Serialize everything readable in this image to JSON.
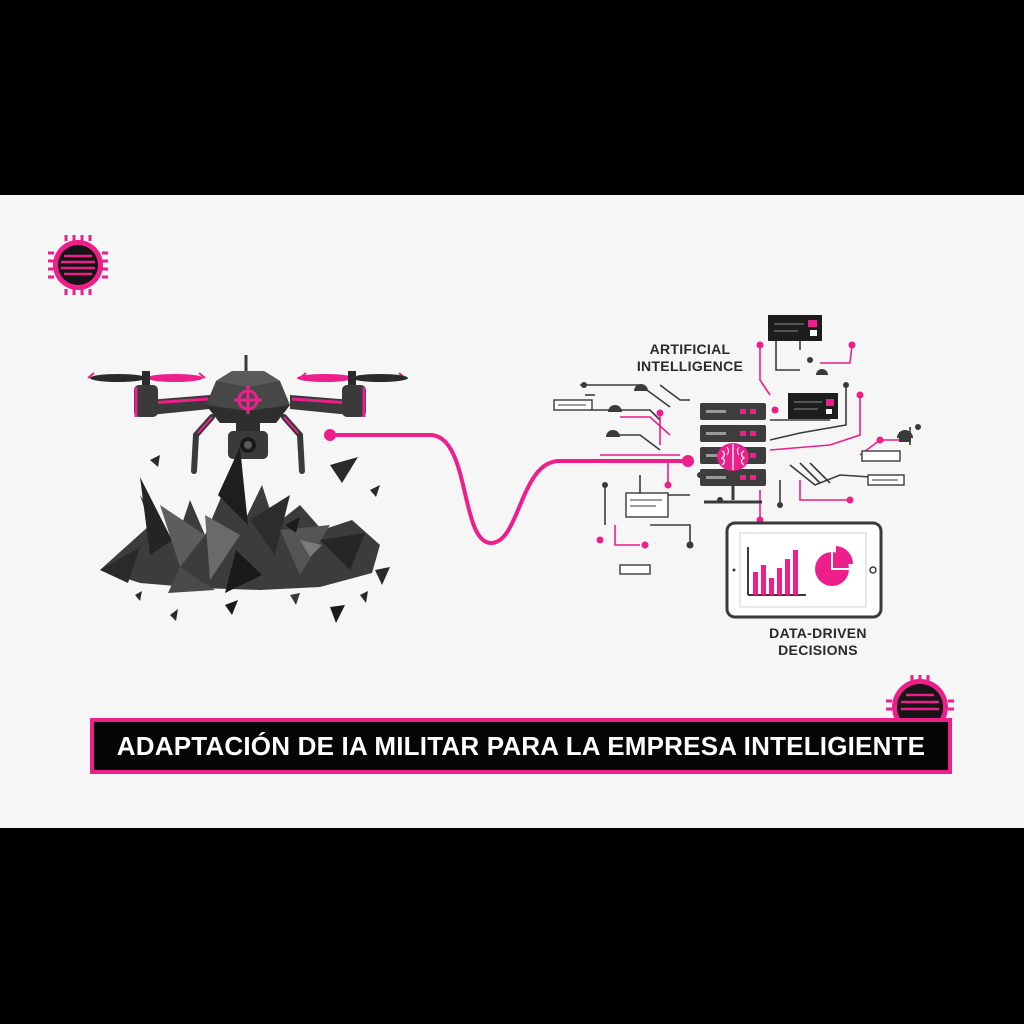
{
  "colors": {
    "accent": "#ec1f8b",
    "dark": "#3a3a3a",
    "background": "#f6f6f6",
    "letterbox": "#000000"
  },
  "labels": {
    "ai_line1": "ARTIFICIAL",
    "ai_line2": "INTELLIGENCE",
    "dd_line1": "DATA-DRIVEN",
    "dd_line2": "DECISIONS"
  },
  "title": "ADAPTACIÓN DE IA MILITAR PARA LA EMPRESA INTELIGIENTE",
  "icons": [
    "chip-icon",
    "drone-icon",
    "shards-icon",
    "server-icon",
    "brain-icon",
    "tablet-chart-icon"
  ]
}
